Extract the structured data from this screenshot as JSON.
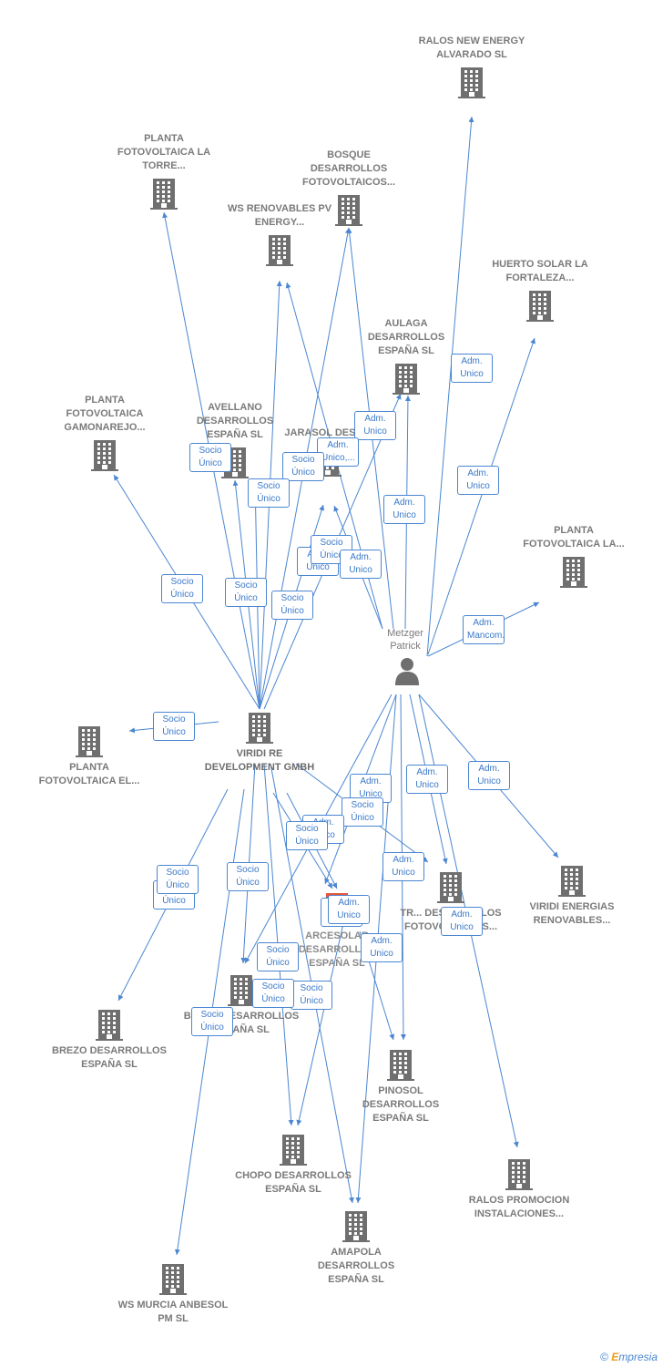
{
  "person": {
    "name": "Metzger Patrick"
  },
  "hub": {
    "label": "VIRIDI RE DEVELOPMENT GMBH"
  },
  "companies": [
    {
      "id": "ralos_new",
      "label": "RALOS NEW ENERGY ALVARADO SL"
    },
    {
      "id": "planta_torre",
      "label": "PLANTA FOTOVOLTAICA LA TORRE..."
    },
    {
      "id": "bosque",
      "label": "BOSQUE DESARROLLOS FOTOVOLTAICOS..."
    },
    {
      "id": "ws_renovables",
      "label": "WS RENOVABLES PV ENERGY..."
    },
    {
      "id": "huerto",
      "label": "HUERTO SOLAR LA FORTALEZA..."
    },
    {
      "id": "aulaga",
      "label": "AULAGA DESARROLLOS ESPAÑA SL"
    },
    {
      "id": "planta_gamonarejo",
      "label": "PLANTA FOTOVOLTAICA GAMONAREJO..."
    },
    {
      "id": "avellano",
      "label": "AVELLANO DESARROLLOS ESPAÑA SL"
    },
    {
      "id": "jarasol",
      "label": "JARASOL DESA..."
    },
    {
      "id": "planta_la",
      "label": "PLANTA FOTOVOLTAICA LA..."
    },
    {
      "id": "planta_el",
      "label": "PLANTA FOTOVOLTAICA EL..."
    },
    {
      "id": "viridi_energias",
      "label": "VIRIDI ENERGIAS RENOVABLES..."
    },
    {
      "id": "tr_desarrollos",
      "label": "TR... DESARROLLOS FOTOVOLTAICOS..."
    },
    {
      "id": "arcesolar",
      "label": "ARCESOLAR DESARROLLOS ESPAÑA SL"
    },
    {
      "id": "buche",
      "label": "BUCHE DESARROLLOS ESPAÑA SL"
    },
    {
      "id": "brezo",
      "label": "BREZO DESARROLLOS ESPAÑA SL"
    },
    {
      "id": "pinosol",
      "label": "PINOSOL DESARROLLOS ESPAÑA SL"
    },
    {
      "id": "ralos_promocion",
      "label": "RALOS PROMOCION INSTALACIONES..."
    },
    {
      "id": "chopo",
      "label": "CHOPO DESARROLLOS ESPAÑA SL"
    },
    {
      "id": "amapola",
      "label": "AMAPOLA DESARROLLOS ESPAÑA SL"
    },
    {
      "id": "ws_murcia",
      "label": "WS MURCIA ANBESOL PM SL"
    }
  ],
  "badges": [
    {
      "id": "b1",
      "text": "Adm. Unico"
    },
    {
      "id": "b2",
      "text": "Adm. Unico"
    },
    {
      "id": "b3",
      "text": "Adm. Unico,..."
    },
    {
      "id": "b4",
      "text": "Adm. Unico"
    },
    {
      "id": "b5",
      "text": "Adm. Unico"
    },
    {
      "id": "b6",
      "text": "Adm. Mancom."
    },
    {
      "id": "b7",
      "text": "Socio Único"
    },
    {
      "id": "b8",
      "text": "Socio Único"
    },
    {
      "id": "b9",
      "text": "Socio Único"
    },
    {
      "id": "b10",
      "text": "Socio Único"
    },
    {
      "id": "b11",
      "text": "Socio Único"
    },
    {
      "id": "b12",
      "text": "Socio Único"
    },
    {
      "id": "b13",
      "text": "Adm. Unico"
    },
    {
      "id": "b14",
      "text": "Socio Único"
    },
    {
      "id": "b15",
      "text": "Adm. Unico"
    },
    {
      "id": "b16",
      "text": "Socio Único"
    },
    {
      "id": "b17",
      "text": "Adm. Unico"
    },
    {
      "id": "b18",
      "text": "Adm. Unico"
    },
    {
      "id": "b19",
      "text": "Adm. Unico"
    },
    {
      "id": "b20",
      "text": "Socio Único"
    },
    {
      "id": "b21",
      "text": "Adm. Unico"
    },
    {
      "id": "b22",
      "text": "Socio Único"
    },
    {
      "id": "b23",
      "text": "Socio Único"
    },
    {
      "id": "b24",
      "text": "Socio Único"
    },
    {
      "id": "b25",
      "text": "Adm. Unico"
    },
    {
      "id": "b26",
      "text": "Adm. Unico"
    },
    {
      "id": "b27",
      "text": "Adm. Unico"
    },
    {
      "id": "b28",
      "text": "Socio Único"
    },
    {
      "id": "b29",
      "text": "Socio Único"
    },
    {
      "id": "b30",
      "text": "Adm. Unico"
    },
    {
      "id": "b31",
      "text": "Adm. Unico"
    },
    {
      "id": "b32",
      "text": "Socio Único"
    },
    {
      "id": "b33",
      "text": "Socio Único"
    },
    {
      "id": "b34",
      "text": "Socio Único"
    }
  ],
  "footer": {
    "copyright": "©",
    "brand_first": "E",
    "brand_rest": "mpresia"
  },
  "colors": {
    "edge": "#4a86d1",
    "building": "#6f6f6f",
    "label": "#7a7a7a",
    "highlight": "#e8553a"
  }
}
